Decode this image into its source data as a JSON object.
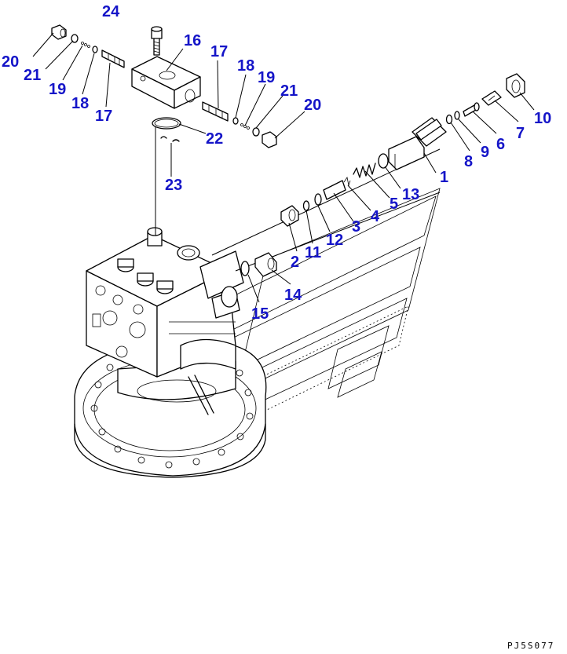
{
  "drawing": {
    "code": "PJ5S077",
    "callouts": {
      "c1": "1",
      "c2": "2",
      "c3": "3",
      "c4": "4",
      "c5": "5",
      "c6": "6",
      "c7": "7",
      "c8": "8",
      "c9": "9",
      "c10": "10",
      "c11": "11",
      "c12": "12",
      "c13": "13",
      "c14": "14",
      "c15": "15",
      "c16": "16",
      "c17a": "17",
      "c17b": "17",
      "c18a": "18",
      "c18b": "18",
      "c19a": "19",
      "c19b": "19",
      "c20a": "20",
      "c20b": "20",
      "c21a": "21",
      "c21b": "21",
      "c22": "22",
      "c23": "23",
      "c24": "24"
    },
    "colors": {
      "callout": "#1515c8",
      "line": "#000000",
      "background": "#ffffff"
    }
  }
}
